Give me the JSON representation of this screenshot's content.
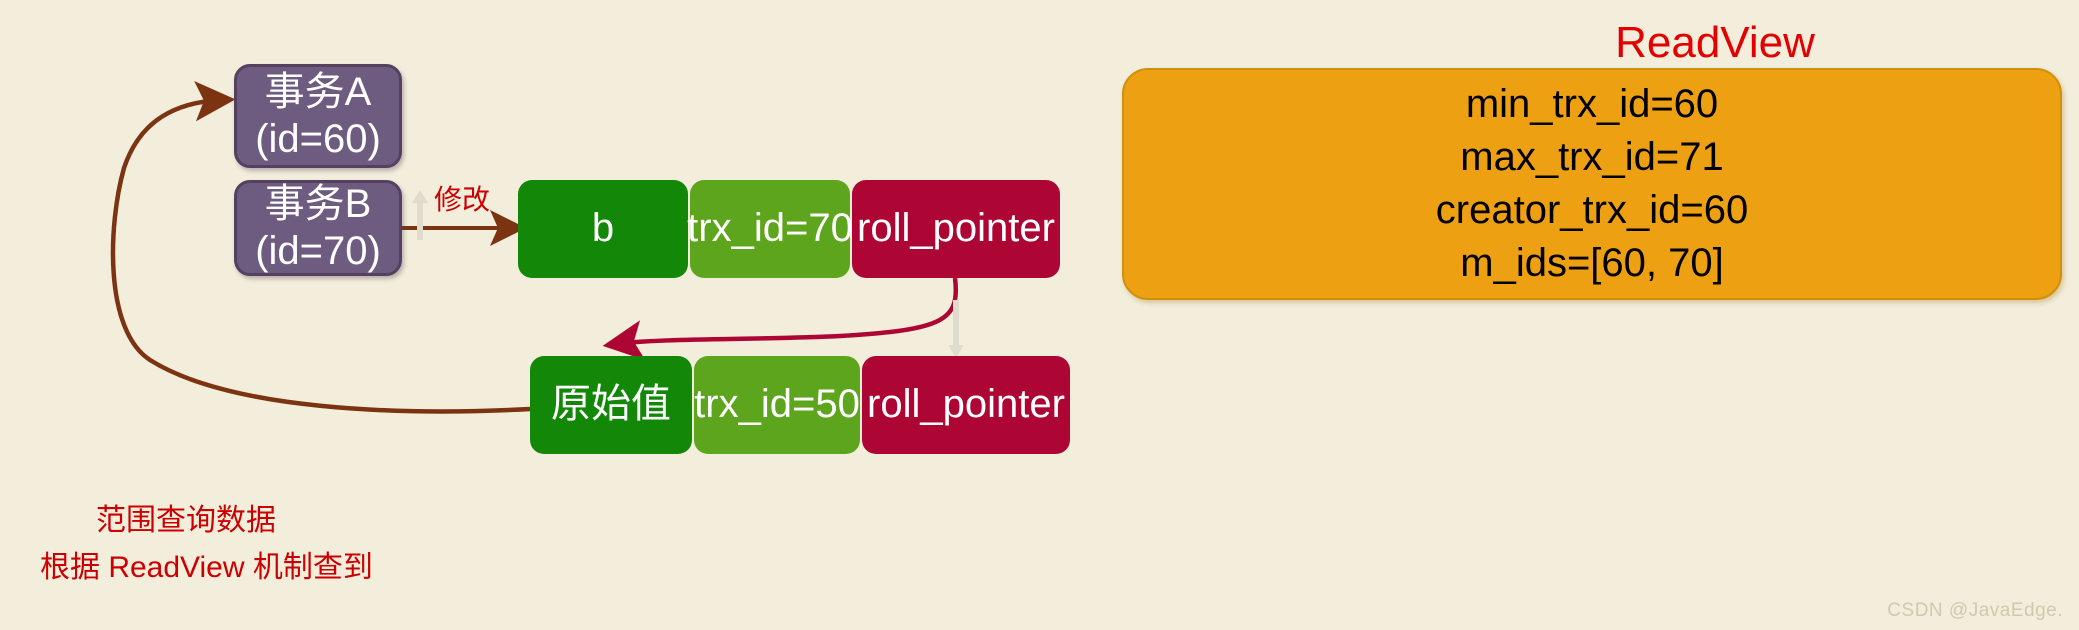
{
  "diagram": {
    "title_label": "ReadView",
    "background_color": "#f2eedb",
    "transactions": [
      {
        "name": "transaction-a",
        "text": "事务A\n(id=60)"
      },
      {
        "name": "transaction-b",
        "text": "事务B\n(id=70)"
      }
    ],
    "records": [
      {
        "name": "current-version-record",
        "cells": [
          {
            "label": "b",
            "color": "#138808"
          },
          {
            "label": "trx_id=70",
            "color": "#5ea51e"
          },
          {
            "label": "roll_pointer",
            "color": "#ad0635"
          }
        ]
      },
      {
        "name": "undo-version-record",
        "cells": [
          {
            "label": "原始值",
            "color": "#138808"
          },
          {
            "label": "trx_id=50",
            "color": "#5ea51e"
          },
          {
            "label": "roll_pointer",
            "color": "#ad0635"
          }
        ]
      }
    ],
    "readview": {
      "title": "ReadView",
      "title_color": "#e40000",
      "panel_color": "#eda011",
      "fields": [
        "min_trx_id=60",
        "max_trx_id=71",
        "creator_trx_id=60",
        "m_ids=[60, 70]"
      ],
      "body": "min_trx_id=60\nmax_trx_id=71\ncreator_trx_id=60\nm_ids=[60, 70]"
    },
    "annotations": {
      "modify": "修改",
      "range_query": "范围查询数据",
      "readview_note": "根据 ReadView 机制查到",
      "annotation_color": "#cc0000"
    },
    "arrows": [
      {
        "name": "modify-arrow",
        "color": "#7b3312",
        "from": "transaction-b",
        "to": "current-version-record"
      },
      {
        "name": "roll-pointer-arrow",
        "color": "#ad0635",
        "from": "current-version-record.roll_pointer",
        "to": "undo-version-record"
      },
      {
        "name": "range-query-arrow",
        "color": "#7b3312",
        "from": "undo-version-record",
        "to": "transaction-a"
      }
    ],
    "watermark": "CSDN @JavaEdge."
  }
}
